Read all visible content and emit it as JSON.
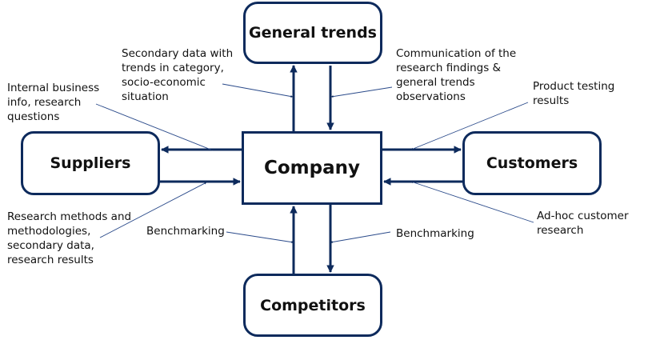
{
  "colors": {
    "arrow": "#0d2a5c",
    "box_border": "#0d2a5c",
    "pointer_line": "#2a4a8a"
  },
  "nodes": {
    "company": "Company",
    "general_trends": "General trends",
    "suppliers": "Suppliers",
    "customers": "Customers",
    "competitors": "Competitors"
  },
  "labels": {
    "secondary_data": "Secondary data with\ntrends in category,\nsocio-economic\nsituation",
    "communication": "Communication of the\nresearch findings &\ngeneral trends\nobservations",
    "internal_info": "Internal business\ninfo, research\nquestions",
    "product_testing": "Product testing\nresults",
    "research_methods": "Research methods and\nmethodologies,\nsecondary data,\nresearch results",
    "adhoc_research": "Ad-hoc customer\nresearch",
    "benchmarking_left": "Benchmarking",
    "benchmarking_right": "Benchmarking"
  }
}
